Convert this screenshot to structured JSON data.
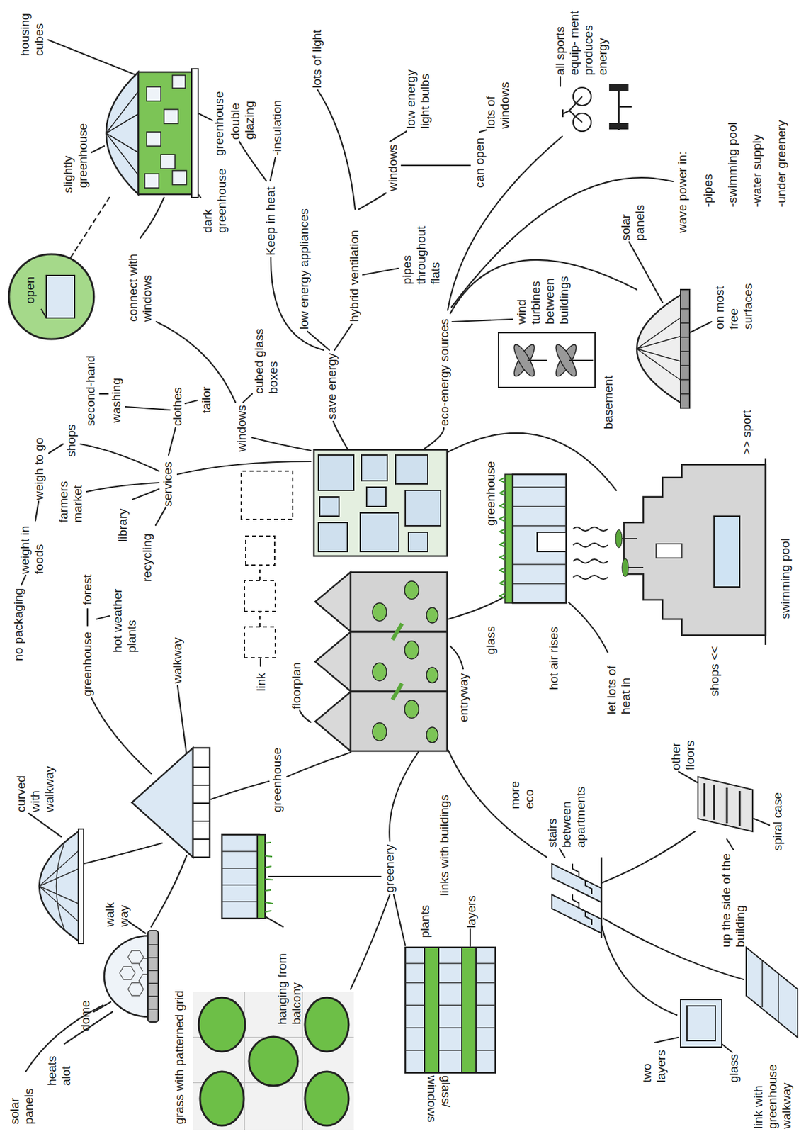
{
  "diagram": {
    "labels": [
      "solar panels",
      "heats alot",
      "dome",
      "walk way",
      "grass with patterned grid",
      "curved with walkway",
      "hanging from balcony",
      "greenhouse",
      "greenery",
      "glass/ windows",
      "plants",
      "layers",
      "links with buildings",
      "more eco",
      "stairs between apartments",
      "two layers",
      "glass",
      "link with greenhouse walkway",
      "other floors",
      "up the side of the building",
      "spiral case",
      "no packaging",
      "weight in foods",
      "weigh to go",
      "farmers market",
      "shops",
      "second-hand",
      "washing",
      "library",
      "recycling",
      "services",
      "clothes",
      "tailor",
      "windows",
      "cubed glass boxes",
      "connect with windows",
      "open",
      "slightly",
      "greenhouse",
      "housing cubes",
      "dark greenhouse",
      "greenhouse",
      "double glazing",
      "-insulation",
      "Keep in heat",
      "lots of light",
      "low energy appliances",
      "hybrid ventilation",
      "windows",
      "low energy light bulbs",
      "can open",
      "lots of windows",
      "pipes throughout flats",
      "save energy",
      "eco-energy sources",
      "wind turbines between buildings",
      "solar panels",
      "on most free surfaces",
      "wave power in:",
      "-pipes",
      "-swimming pool",
      "-water supply",
      "-under greenery",
      "all sports equip- ment produces energy",
      "basement",
      "glass",
      "greenhouse",
      "hot air rises",
      "let lots of heat in",
      "entryway",
      "swimming pool",
      ">> sport",
      "shops <<",
      "link",
      "floorplan",
      "greenhouse",
      "forest",
      "hot weather plants",
      "walkway"
    ]
  }
}
